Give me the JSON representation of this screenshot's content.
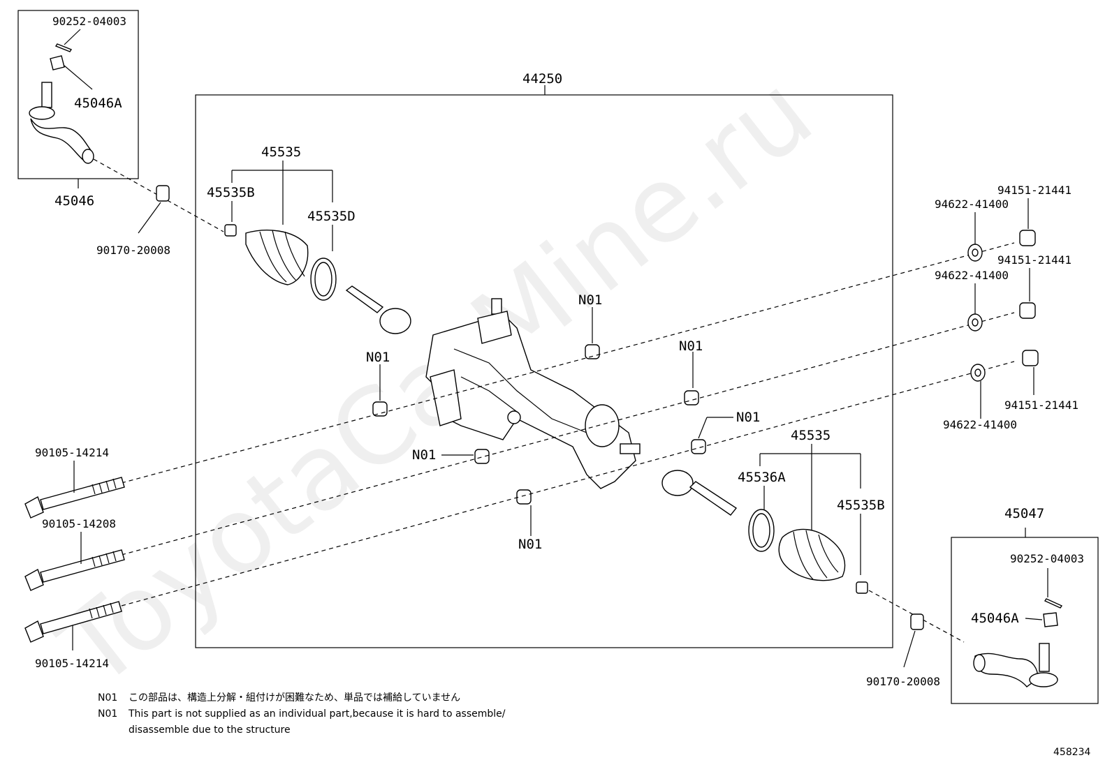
{
  "assembly": {
    "label": "44250"
  },
  "labels": {
    "pin_tl": "90252-04003",
    "nut_tl": "45046A",
    "tie_end_left": "45046",
    "washer_left": "90170-20008",
    "boot_top": "45535",
    "clamp_top_small": "45535B",
    "clamp_top_large": "45535D",
    "n01_a": "N01",
    "n01_b": "N01",
    "n01_c": "N01",
    "n01_d": "N01",
    "n01_e": "N01",
    "n01_f": "N01",
    "bolt_1": "90105-14214",
    "bolt_2": "90105-14208",
    "bolt_3": "90105-14214",
    "washer_r1": "94622-41400",
    "washer_r2": "94622-41400",
    "washer_r3": "94622-41400",
    "nut_r1": "94151-21441",
    "nut_r2": "94151-21441",
    "nut_r3": "94151-21441",
    "boot_bottom": "45535",
    "clamp_bottom_large": "45536A",
    "clamp_bottom_small": "45535B",
    "tie_end_right": "45047",
    "pin_br": "90252-04003",
    "nut_br": "45046A",
    "washer_right": "90170-20008"
  },
  "notes": {
    "code_jp": "N01",
    "text_jp": "この部品は、構造上分解・組付けが困難なため、単品では補給していません",
    "code_en": "N01",
    "text_en_1": "This part is not supplied as an individual part,because it is hard to assemble/",
    "text_en_2": "disassemble due to the structure"
  },
  "diagram_id": "458234",
  "watermark": "ToyotaCarMine.ru"
}
